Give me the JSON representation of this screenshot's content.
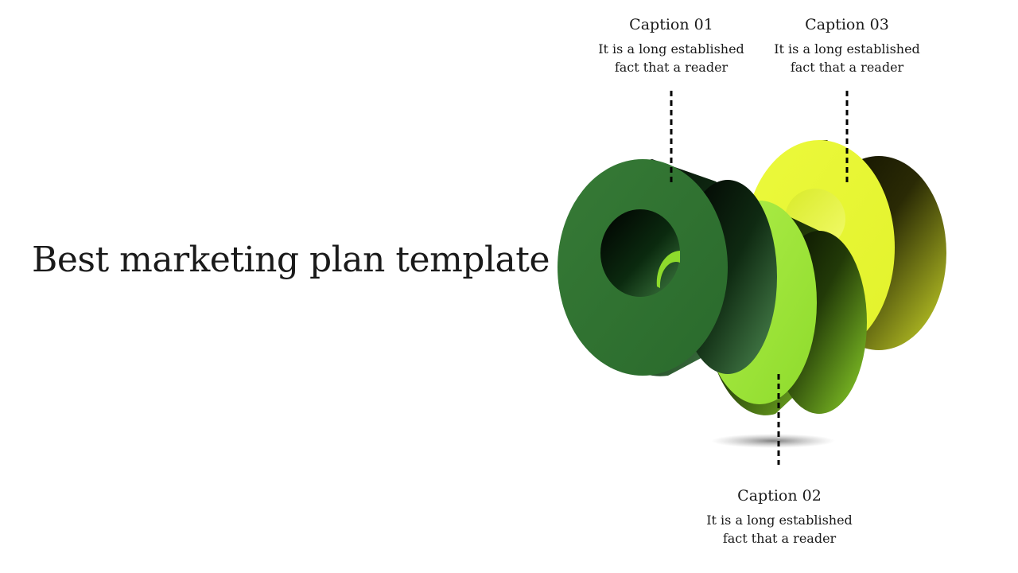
{
  "title": "Best marketing plan template",
  "captions": [
    {
      "id": "01",
      "title": "Caption 01",
      "text_line1": "It is a long established",
      "text_line2": "fact that a reader",
      "color": "#2e7d32"
    },
    {
      "id": "02",
      "title": "Caption 02",
      "text_line1": "It is a long established",
      "text_line2": "fact that a reader",
      "color": "#9be23a"
    },
    {
      "id": "03",
      "title": "Caption 03",
      "text_line1": "It is a long established",
      "text_line2": "fact that a reader",
      "color": "#e6f53a"
    }
  ]
}
